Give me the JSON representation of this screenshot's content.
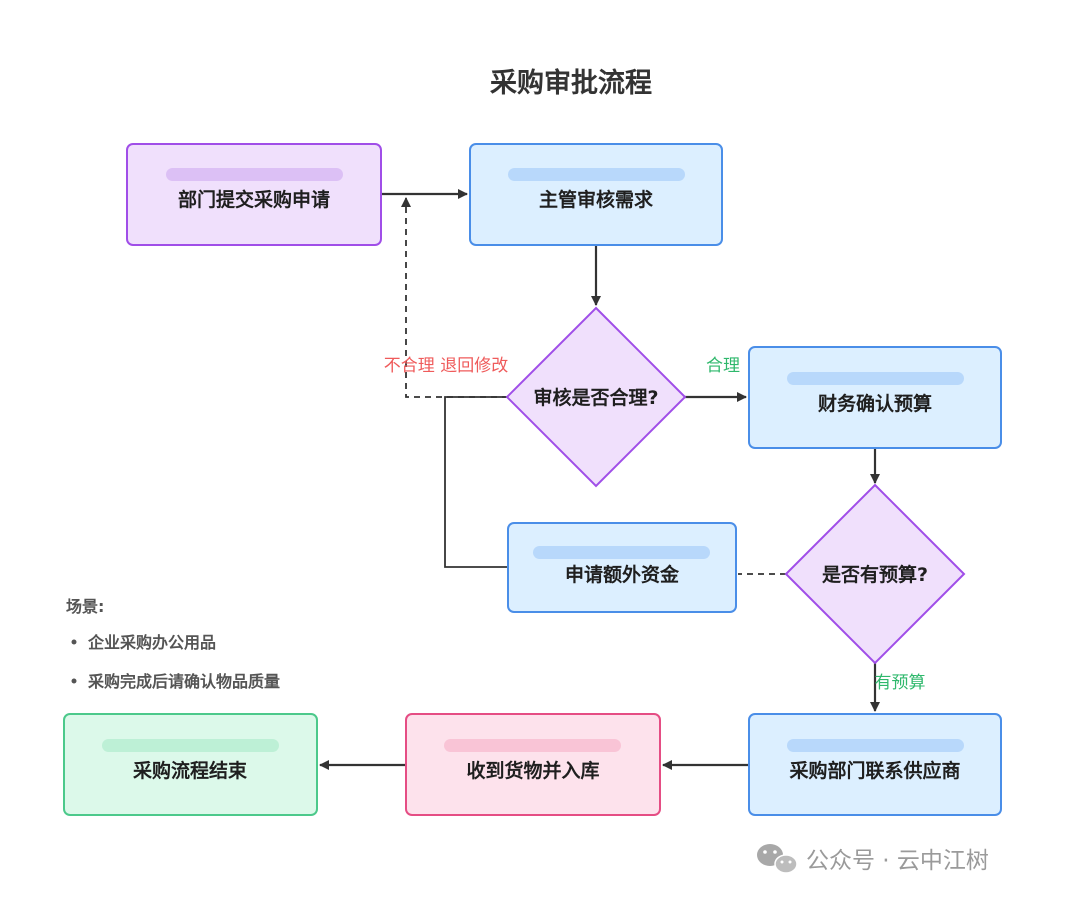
{
  "title": "采购审批流程",
  "nodes": {
    "submit": "部门提交采购申请",
    "review": "主管审核需求",
    "decision_reasonable": "审核是否合理?",
    "finance": "财务确认预算",
    "decision_budget": "是否有预算?",
    "extra_funds": "申请额外资金",
    "contact_supplier": "采购部门联系供应商",
    "receive_goods": "收到货物并入库",
    "end": "采购流程结束"
  },
  "edge_labels": {
    "unreasonable": "不合理 退回修改",
    "reasonable": "合理",
    "has_budget": "有预算"
  },
  "notes": {
    "heading": "场景:",
    "items": [
      "企业采购办公用品",
      "采购完成后请确认物品质量"
    ]
  },
  "watermark": {
    "text": "公众号 · 云中江树"
  },
  "colors": {
    "purple_fill": "#f0e0fc",
    "purple_stroke": "#a04ee8",
    "purple_bar": "#dcc0f5",
    "blue_fill": "#dcefff",
    "blue_stroke": "#4a8ee8",
    "blue_bar": "#b8d8fb",
    "pink_fill": "#fde2ec",
    "pink_stroke": "#e54d84",
    "pink_bar": "#f9c4d6",
    "green_fill": "#dcf9ea",
    "green_stroke": "#4cc98b",
    "green_bar": "#bdf0d6",
    "edge": "#333333",
    "label_red": "#ef5b5b",
    "label_green": "#2fb86c"
  }
}
